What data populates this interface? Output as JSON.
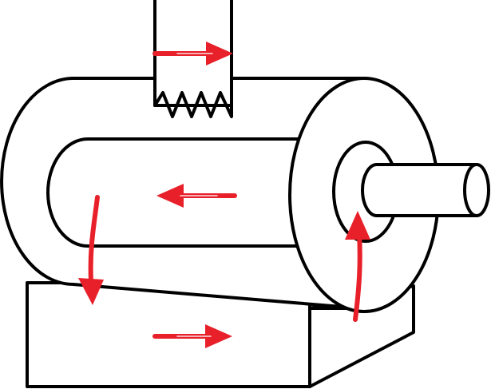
{
  "diagram": {
    "colors": {
      "outline": "#000000",
      "flow_arrow": "#e8202a",
      "background": "#ffffff"
    },
    "parts": [
      "inlet-duct",
      "heating-element-zigzag",
      "outer-cylinder-housing",
      "inner-cylinder-passage",
      "end-disc",
      "hub-ring",
      "output-shaft",
      "base-box"
    ],
    "flow_arrows": [
      {
        "id": "arrow-in-duct",
        "direction": "right"
      },
      {
        "id": "arrow-inner-passage",
        "direction": "left"
      },
      {
        "id": "arrow-down-left",
        "direction": "down"
      },
      {
        "id": "arrow-in-base",
        "direction": "right"
      },
      {
        "id": "arrow-up-right",
        "direction": "up"
      }
    ]
  }
}
